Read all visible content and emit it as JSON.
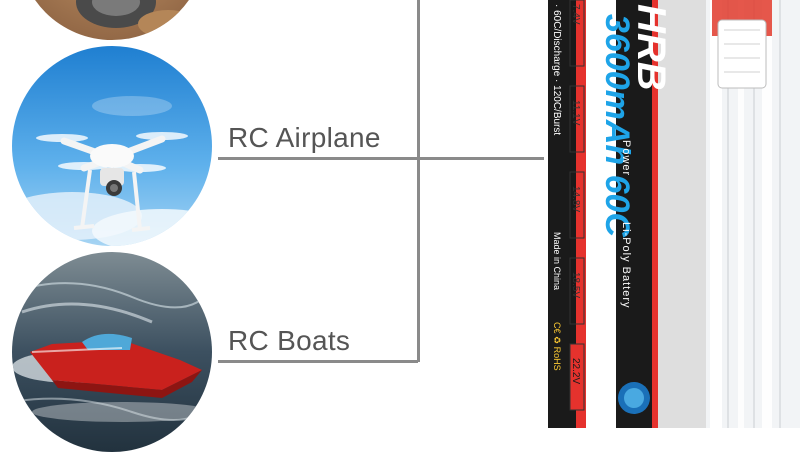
{
  "items": [
    {
      "label": "RC Airplane",
      "icon": "drone-icon"
    },
    {
      "label": "RC Boats",
      "icon": "speedboat-icon"
    }
  ],
  "battery": {
    "brand": "HRB",
    "capacity_rating": "3600mAh 60C",
    "power_text": "Power",
    "type_text": "Li-Poly Battery",
    "discharge_text": "· 60C/Discharge · 120C/Burst",
    "made_in": "Made in China",
    "marks": "C€ ♻ RoHS",
    "voltages": [
      "7.4V",
      "11.1V",
      "14.8V",
      "18.5V",
      "22.2V"
    ],
    "selected_voltage": "22.2V"
  },
  "colors": {
    "connector_line": "#8a8a8a",
    "label_text": "#555555",
    "accent_red": "#e5322d",
    "capacity_blue": "#1ea4e8",
    "battery_dark": "#1a1a1a"
  }
}
